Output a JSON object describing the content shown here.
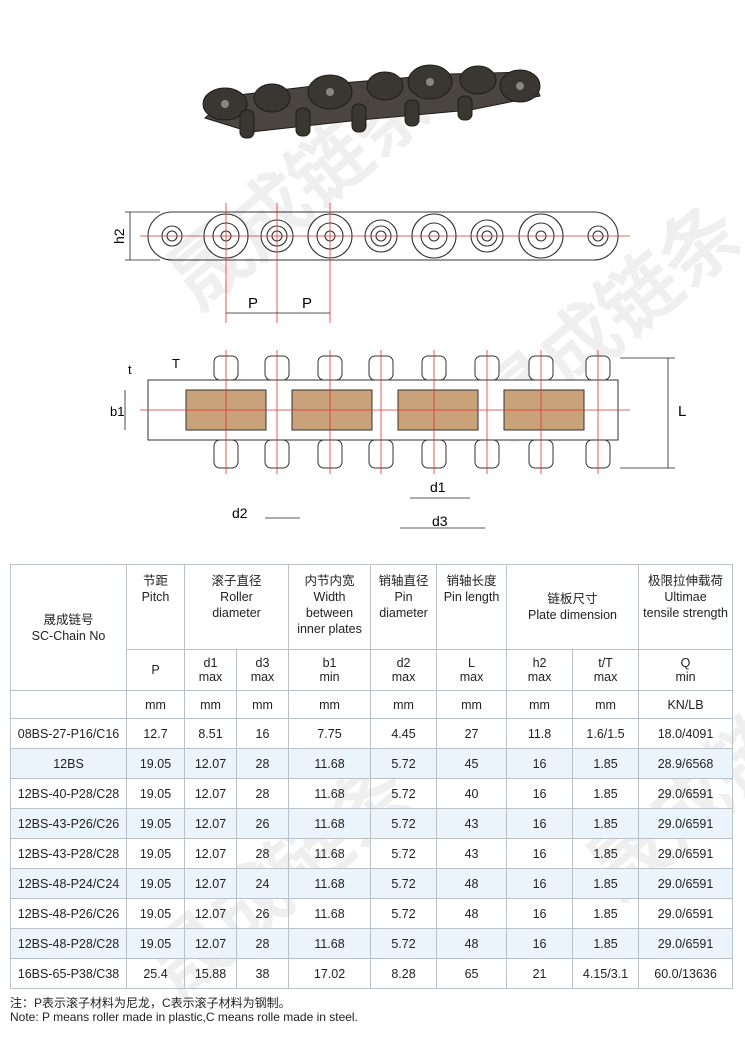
{
  "watermark": "晟成链条",
  "diagram_labels": {
    "h2": "h2",
    "p1": "P",
    "p2": "P",
    "t": "t",
    "T": "T",
    "b1": "b1",
    "L": "L",
    "d1": "d1",
    "d2": "d2",
    "d3": "d3"
  },
  "table": {
    "chain_no_cn": "晟成链号",
    "chain_no_en": "SC-Chain No",
    "groups": {
      "pitch": {
        "cn": "节距",
        "en": "Pitch"
      },
      "roller": {
        "cn": "滚子直径",
        "en1": "Roller",
        "en2": "diameter"
      },
      "width": {
        "cn": "内节内宽",
        "en1": "Width between",
        "en2": "inner plates"
      },
      "pin": {
        "cn": "销轴直径",
        "en1": "Pin",
        "en2": "diameter"
      },
      "pinlen": {
        "cn": "销轴长度",
        "en": "Pin length"
      },
      "plate": {
        "cn": "链板尺寸",
        "en": "Plate dimension"
      },
      "tensile": {
        "cn": "极限拉伸载荷",
        "en1": "Ultimae",
        "en2": "tensile strength"
      }
    },
    "symbols": [
      {
        "s": "P",
        "q": ""
      },
      {
        "s": "d1",
        "q": "max"
      },
      {
        "s": "d3",
        "q": "max"
      },
      {
        "s": "b1",
        "q": "min"
      },
      {
        "s": "d2",
        "q": "max"
      },
      {
        "s": "L",
        "q": "max"
      },
      {
        "s": "h2",
        "q": "max"
      },
      {
        "s": "t/T",
        "q": "max"
      },
      {
        "s": "Q",
        "q": "min"
      }
    ],
    "units": [
      "mm",
      "mm",
      "mm",
      "mm",
      "mm",
      "mm",
      "mm",
      "mm",
      "KN/LB"
    ],
    "rows": [
      [
        "08BS-27-P16/C16",
        "12.7",
        "8.51",
        "16",
        "7.75",
        "4.45",
        "27",
        "11.8",
        "1.6/1.5",
        "18.0/4091"
      ],
      [
        "12BS",
        "19.05",
        "12.07",
        "28",
        "11.68",
        "5.72",
        "45",
        "16",
        "1.85",
        "28.9/6568"
      ],
      [
        "12BS-40-P28/C28",
        "19.05",
        "12.07",
        "28",
        "11.68",
        "5.72",
        "40",
        "16",
        "1.85",
        "29.0/6591"
      ],
      [
        "12BS-43-P26/C26",
        "19.05",
        "12.07",
        "26",
        "11.68",
        "5.72",
        "43",
        "16",
        "1.85",
        "29.0/6591"
      ],
      [
        "12BS-43-P28/C28",
        "19.05",
        "12.07",
        "28",
        "11.68",
        "5.72",
        "43",
        "16",
        "1.85",
        "29.0/6591"
      ],
      [
        "12BS-48-P24/C24",
        "19.05",
        "12.07",
        "24",
        "11.68",
        "5.72",
        "48",
        "16",
        "1.85",
        "29.0/6591"
      ],
      [
        "12BS-48-P26/C26",
        "19.05",
        "12.07",
        "26",
        "11.68",
        "5.72",
        "48",
        "16",
        "1.85",
        "29.0/6591"
      ],
      [
        "12BS-48-P28/C28",
        "19.05",
        "12.07",
        "28",
        "11.68",
        "5.72",
        "48",
        "16",
        "1.85",
        "29.0/6591"
      ],
      [
        "16BS-65-P38/C38",
        "25.4",
        "15.88",
        "38",
        "17.02",
        "8.28",
        "65",
        "21",
        "4.15/3.1",
        "60.0/13636"
      ]
    ]
  },
  "notes": {
    "cn": "注：P表示滚子材料为尼龙，C表示滚子材料为钢制。",
    "en": "Note:  P means roller made in plastic,C means rolle made in steel."
  }
}
